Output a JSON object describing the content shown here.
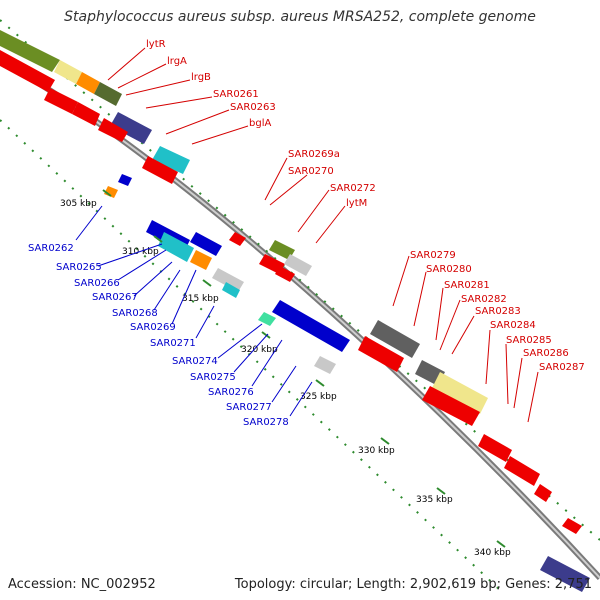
{
  "header": {
    "title": "Staphylococcus aureus subsp. aureus MRSA252, complete genome"
  },
  "footer": {
    "accession": "Accession: NC_002952",
    "topology": "Topology: circular; Length: 2,902,619 bp; Genes: 2,751"
  },
  "colors": {
    "forward": "#d40000",
    "reverse": "#0000cc",
    "backbone": "#808080"
  },
  "ticks": [
    {
      "label": "305 kbp"
    },
    {
      "label": "310 kbp"
    },
    {
      "label": "315 kbp"
    },
    {
      "label": "320 kbp"
    },
    {
      "label": "325 kbp"
    },
    {
      "label": "330 kbp"
    },
    {
      "label": "335 kbp"
    },
    {
      "label": "340 kbp"
    }
  ],
  "labels_forward": [
    "lytR",
    "lrgA",
    "lrgB",
    "SAR0261",
    "SAR0263",
    "bglA",
    "SAR0269a",
    "SAR0270",
    "SAR0272",
    "lytM",
    "SAR0279",
    "SAR0280",
    "SAR0281",
    "SAR0282",
    "SAR0283",
    "SAR0284",
    "SAR0285",
    "SAR0286",
    "SAR0287"
  ],
  "labels_reverse": [
    "SAR0262",
    "SAR0265",
    "SAR0266",
    "SAR0267",
    "SAR0268",
    "SAR0269",
    "SAR0271",
    "SAR0274",
    "SAR0275",
    "SAR0276",
    "SAR0277",
    "SAR0278"
  ]
}
